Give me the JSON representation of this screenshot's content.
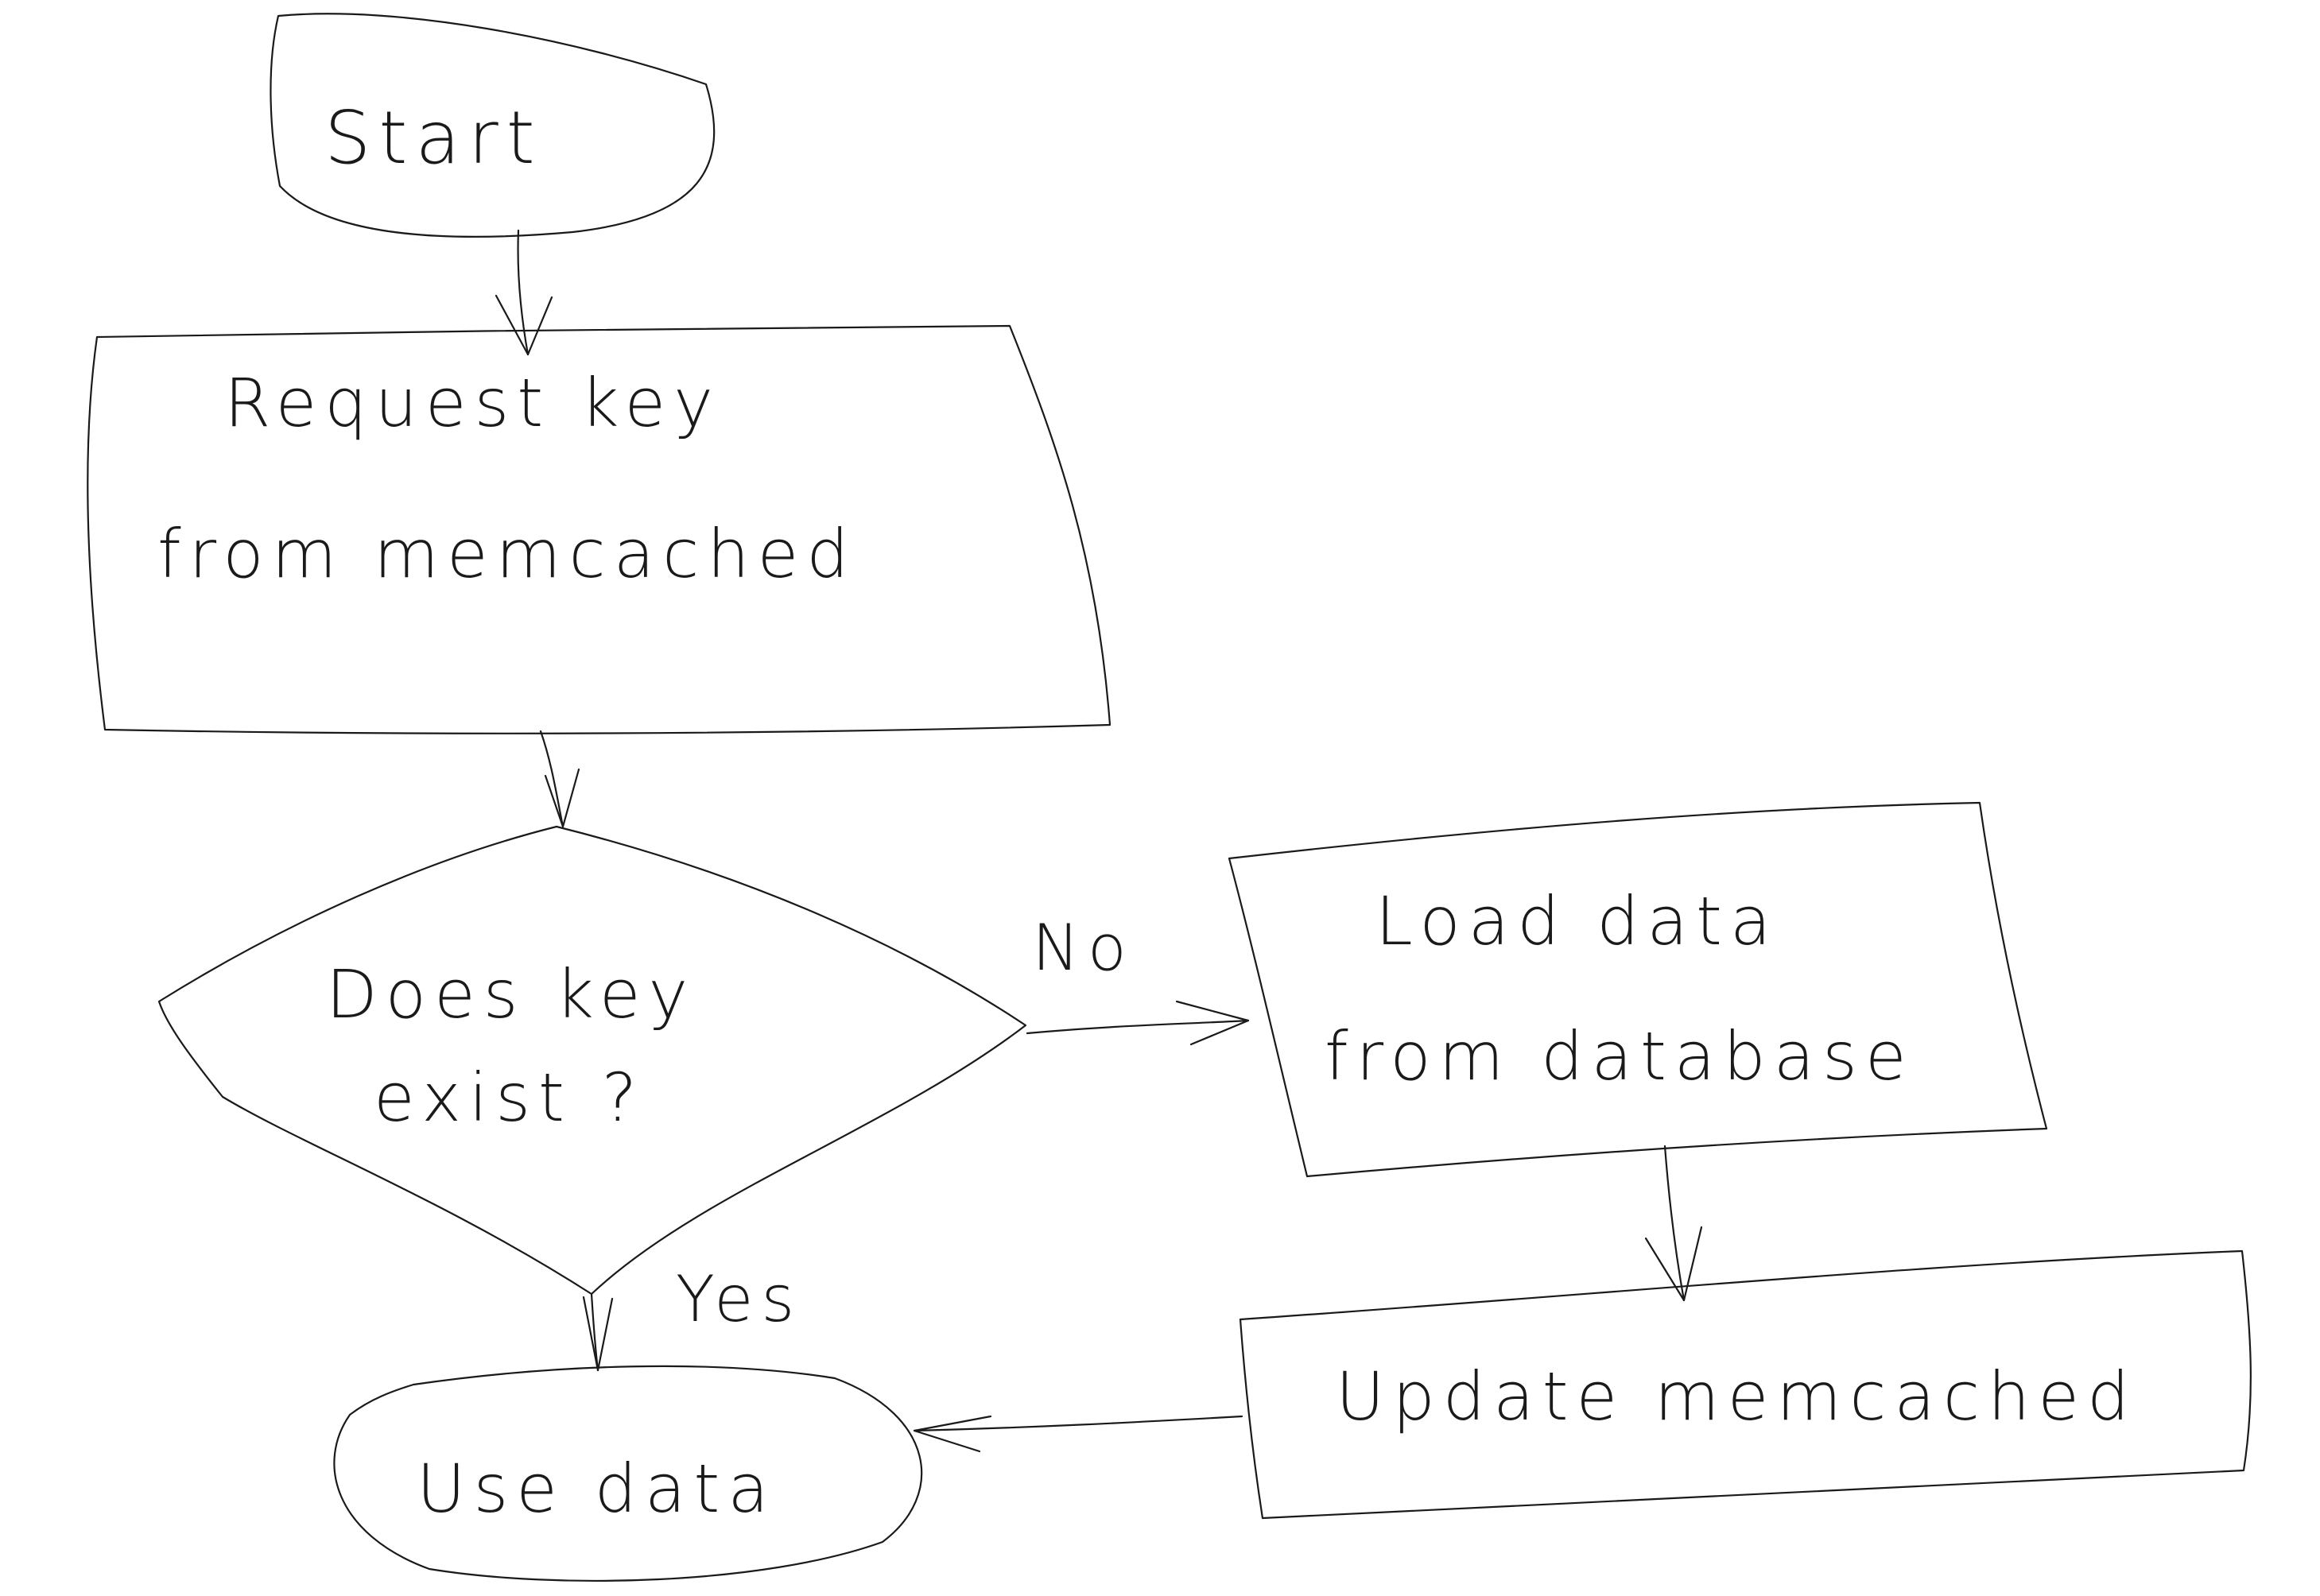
{
  "diagram": {
    "nodes": {
      "start": {
        "text": "Start"
      },
      "request": {
        "line1": "Request key",
        "line2": "from memcached"
      },
      "decision": {
        "line1": "Does key",
        "line2": "exist ?"
      },
      "load": {
        "line1": "Load data",
        "line2": "from database"
      },
      "update": {
        "text": "Update memcached"
      },
      "use": {
        "text": "Use data"
      }
    },
    "edges": {
      "no_label": "No",
      "yes_label": "Yes"
    },
    "ink_color": "#1a1a1a",
    "background_color": "#ffffff"
  }
}
